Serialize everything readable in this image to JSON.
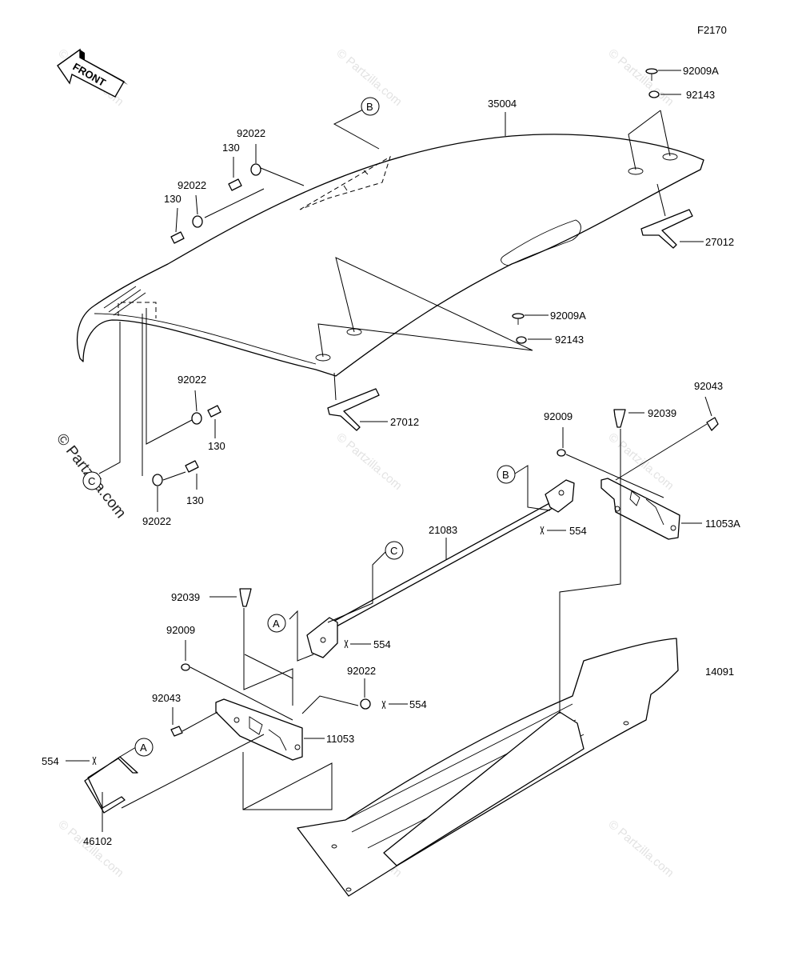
{
  "figure_code": "F2170",
  "front_label": "FRONT",
  "watermark": "© Partzilla.com",
  "callouts": {
    "a": "A",
    "b": "B",
    "c": "C"
  },
  "part_numbers": {
    "p35004": "35004",
    "p92009A": "92009A",
    "p92143": "92143",
    "p27012": "27012",
    "p92022": "92022",
    "p130": "130",
    "p92043": "92043",
    "p92009": "92009",
    "p92039": "92039",
    "p11053A": "11053A",
    "p554": "554",
    "p21083": "21083",
    "p14091": "14091",
    "p11053": "11053",
    "p46102": "46102"
  }
}
